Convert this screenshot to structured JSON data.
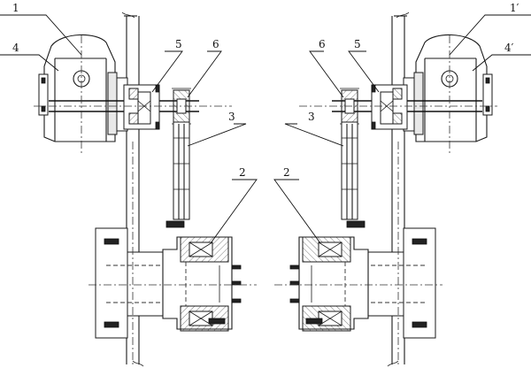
{
  "labels": {
    "l1": "1",
    "l4": "4",
    "l5": "5",
    "l6": "6",
    "l3": "3",
    "l2": "2",
    "r1": "1′",
    "r4": "4′",
    "r5": "5",
    "r6": "6",
    "r3": "3",
    "r2": "2"
  }
}
